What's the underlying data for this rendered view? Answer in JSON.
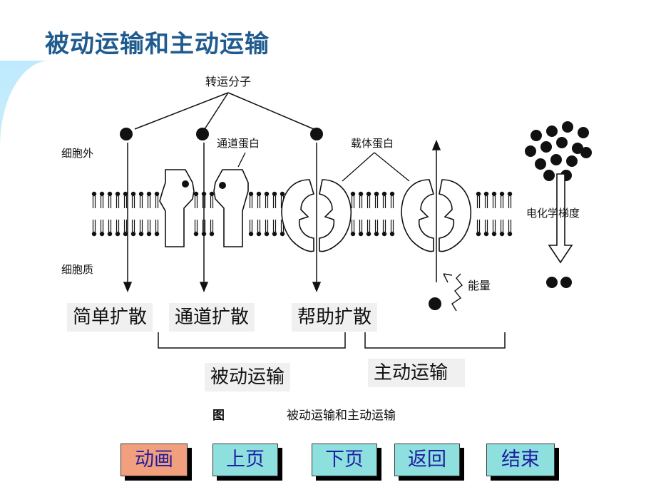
{
  "slide": {
    "title": "被动运输和主动运输"
  },
  "diagram": {
    "label_transported_molecule": "转运分子",
    "label_extracellular": "细胞外",
    "label_cytoplasm": "细胞质",
    "label_channel_protein": "通道蛋白",
    "label_carrier_protein": "载体蛋白",
    "label_electrochemical_gradient": "电化学梯度",
    "label_energy": "能量",
    "caption": "被动运输和主动运输",
    "caption_prefix": "图"
  },
  "overlay_labels": {
    "simple_diffusion": "简单扩散",
    "channel_diffusion": "通道扩散",
    "facilitated_diffusion": "帮助扩散",
    "passive_transport": "被动运输",
    "active_transport": "主动运输"
  },
  "nav": {
    "animation": "动画",
    "prev": "上页",
    "next": "下页",
    "back": "返回",
    "end": "结束"
  },
  "colors": {
    "title": "#1f5b8e",
    "nav_text": "#1e1ea0",
    "nav_teal": "#8ee0df",
    "nav_salmon": "#f29f7d",
    "label_bg": "#f0f0f0"
  }
}
